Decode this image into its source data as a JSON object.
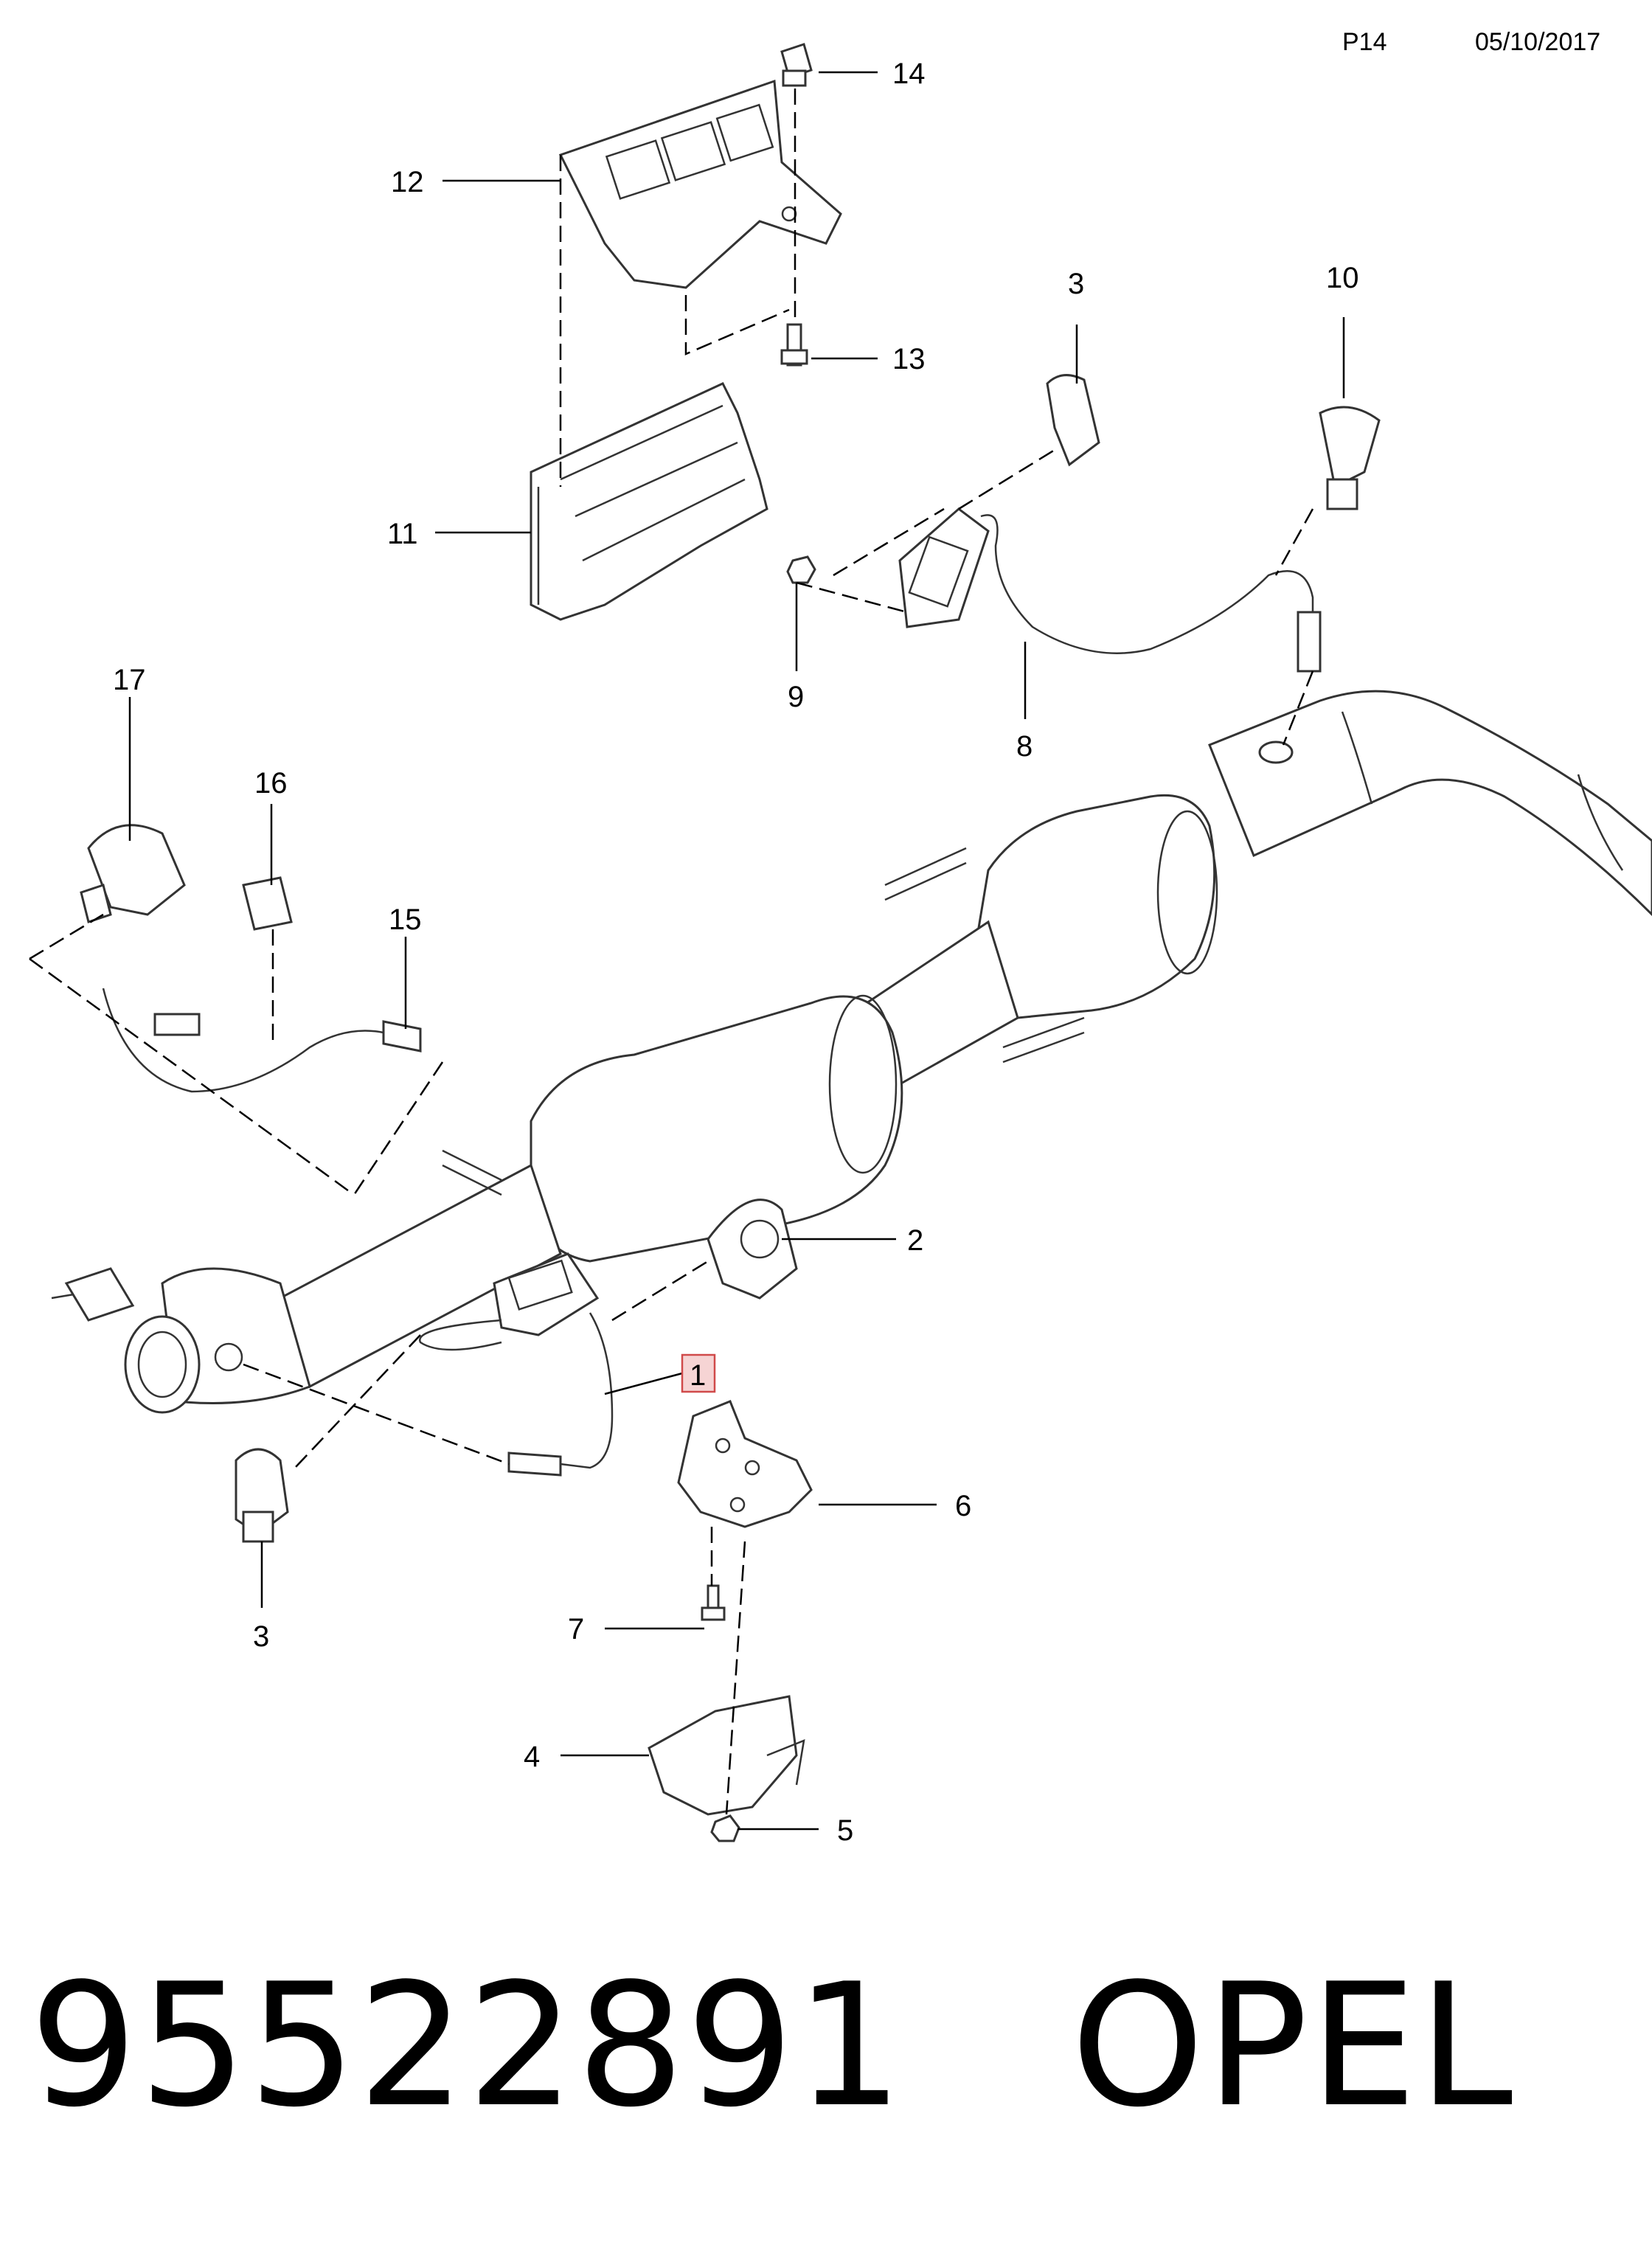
{
  "header": {
    "page": "P14",
    "date": "05/10/2017"
  },
  "callouts": [
    {
      "id": "c1",
      "text": "1",
      "highlighted": true
    },
    {
      "id": "c2",
      "text": "2"
    },
    {
      "id": "c3a",
      "text": "3"
    },
    {
      "id": "c3b",
      "text": "3"
    },
    {
      "id": "c4",
      "text": "4"
    },
    {
      "id": "c5",
      "text": "5"
    },
    {
      "id": "c6",
      "text": "6"
    },
    {
      "id": "c7",
      "text": "7"
    },
    {
      "id": "c8",
      "text": "8"
    },
    {
      "id": "c9",
      "text": "9"
    },
    {
      "id": "c10",
      "text": "10"
    },
    {
      "id": "c11",
      "text": "11"
    },
    {
      "id": "c12",
      "text": "12"
    },
    {
      "id": "c13",
      "text": "13"
    },
    {
      "id": "c14",
      "text": "14"
    },
    {
      "id": "c15",
      "text": "15"
    },
    {
      "id": "c16",
      "text": "16"
    },
    {
      "id": "c17",
      "text": "17"
    }
  ],
  "footer": {
    "part_number": "95522891",
    "brand": "OPEL"
  },
  "colors": {
    "highlight_fill": "#f6d4d4",
    "highlight_stroke": "#d04a4a",
    "line": "#333333"
  }
}
